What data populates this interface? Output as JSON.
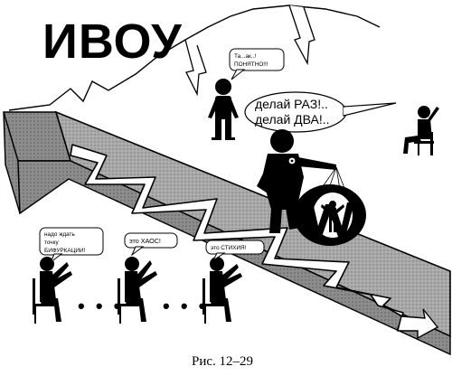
{
  "title": "ИВОУ",
  "speech": {
    "top_figure": [
      "Та...ак..!",
      "ПОНЯТНО!!!"
    ],
    "commander": [
      "делай РАЗ!..",
      "делай ДВА!.."
    ],
    "sitter_1": [
      "надо ждать",
      "точку",
      "БИФУРКАЦИИ!"
    ],
    "sitter_2": [
      "это ХАОС!"
    ],
    "sitter_3": [
      "это СТИХИЯ!"
    ]
  },
  "dots": [
    "• • •",
    "• • •"
  ],
  "caption": "Рис. 12–29",
  "colors": {
    "ink": "#000000",
    "band_fill": "#a9a9a9",
    "band_dark": "#6e6e6e",
    "paper": "#ffffff"
  }
}
